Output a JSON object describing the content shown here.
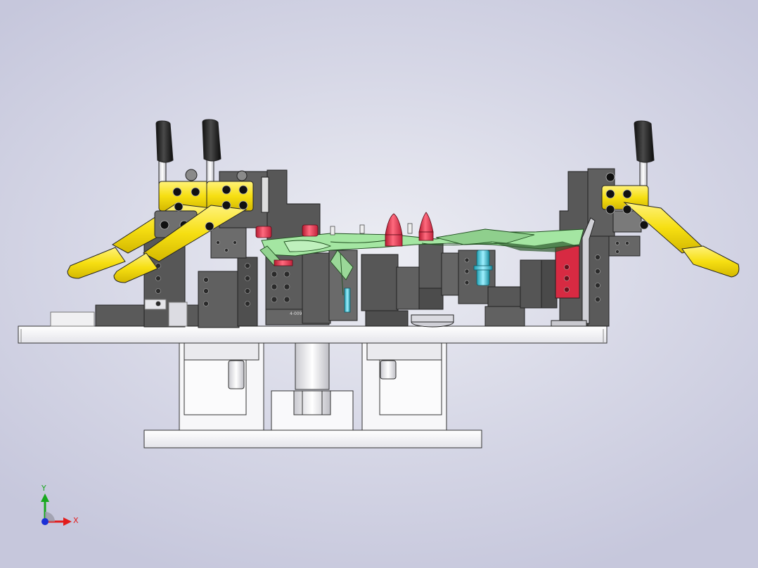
{
  "scene": {
    "fixture_label": "4-009"
  },
  "triad": {
    "x_label": "X",
    "y_label": "Y",
    "x_color": "#e21d1d",
    "y_color": "#18a81e",
    "origin_color": "#1b2fd6"
  },
  "colors": {
    "background": "#d6d7e6",
    "plate": "#f4f4f6",
    "block_dark": "#565656",
    "clamp_yellow": "#f6e21c",
    "knob_black": "#1a1a1a",
    "part_green": "#9be29a",
    "pin_red": "#e0304a",
    "pin_cyan": "#3fc9dc"
  },
  "icons": [
    "toggle-clamp-icon",
    "coordinate-triad-icon"
  ]
}
